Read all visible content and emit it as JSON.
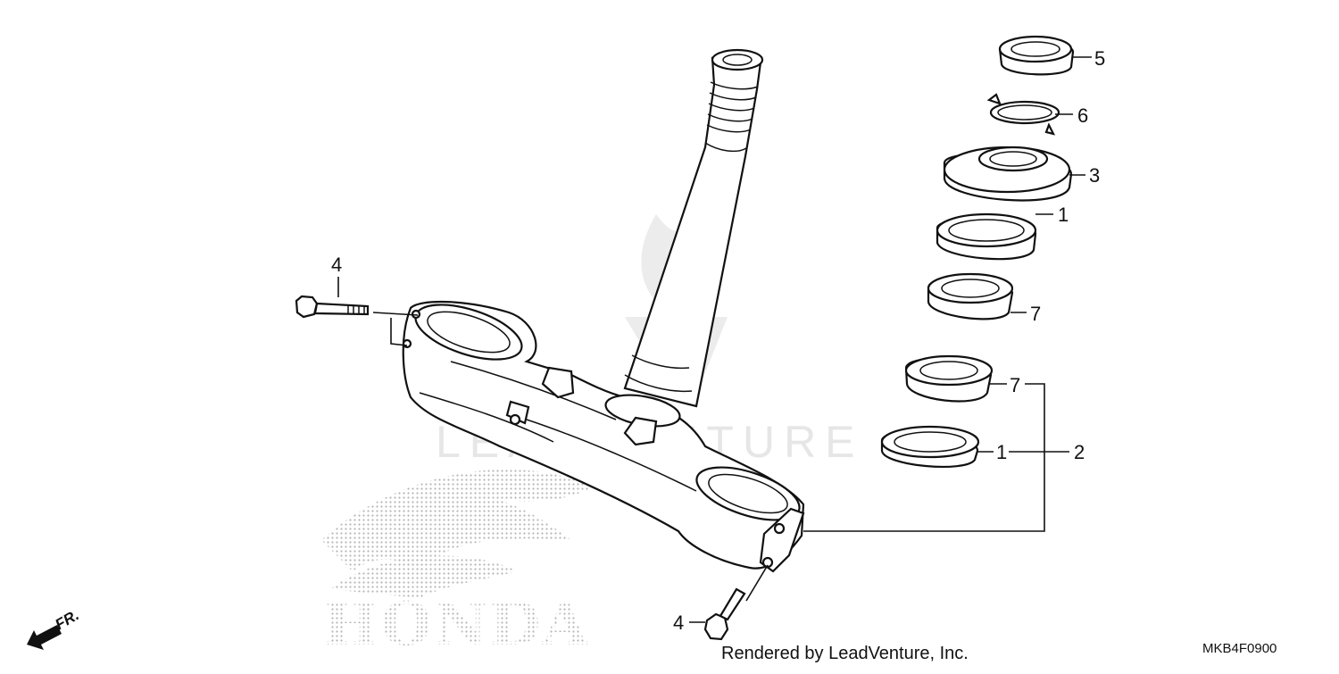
{
  "diagram": {
    "code": "MKB4F0900",
    "footer": "Rendered by LeadVenture, Inc.",
    "watermark": "LEADVENTURE",
    "brand": "HONDA",
    "direction_label": "FR.",
    "callouts": {
      "c5": "5",
      "c6": "6",
      "c3": "3",
      "c1_upper": "1",
      "c7_upper": "7",
      "c7_lower": "7",
      "c1_lower": "1",
      "c2": "2",
      "c4_upper": "4",
      "c4_lower": "4"
    }
  }
}
